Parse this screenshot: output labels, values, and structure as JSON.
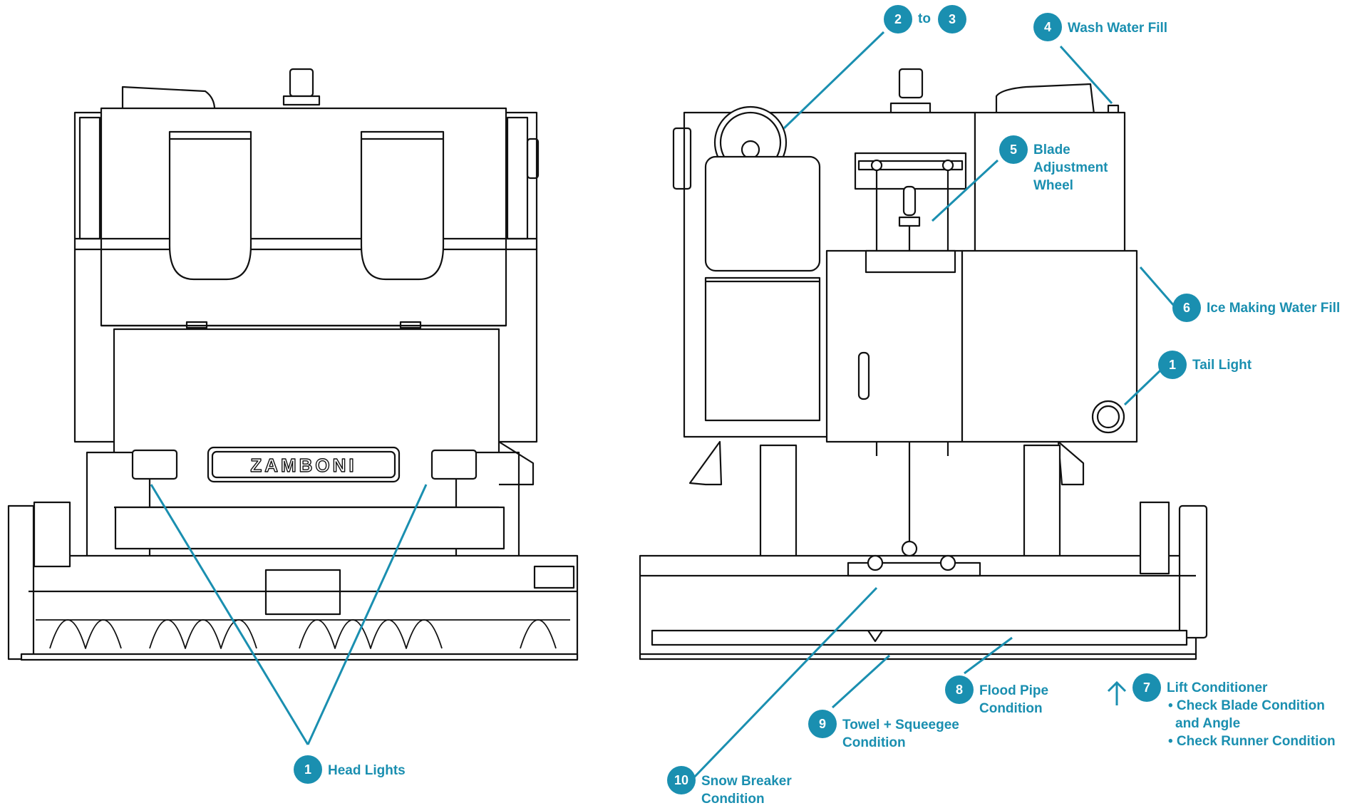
{
  "colors": {
    "accent": "#1a8fb0",
    "line": "#111111",
    "fill": "#ffffff"
  },
  "front_view": {
    "brand_plate": "ZAMBONI",
    "callout_head_lights": {
      "number": "1",
      "label": "Head Lights"
    }
  },
  "rear_view": {
    "callout_steering": {
      "number_from": "2",
      "joiner": "to",
      "number_to": "3"
    },
    "callout_wash_water": {
      "number": "4",
      "label": "Wash Water Fill"
    },
    "callout_blade_wheel": {
      "number": "5",
      "lines": [
        "Blade",
        "Adjustment",
        "Wheel"
      ]
    },
    "callout_ice_water": {
      "number": "6",
      "label": "Ice Making Water Fill"
    },
    "callout_tail_light": {
      "number": "1",
      "label": "Tail Light"
    },
    "callout_lift": {
      "number": "7",
      "title": "Lift Conditioner",
      "bullets": [
        "• Check Blade Condition",
        "and Angle",
        "• Check Runner Condition"
      ]
    },
    "callout_flood_pipe": {
      "number": "8",
      "lines": [
        "Flood Pipe",
        "Condition"
      ]
    },
    "callout_towel": {
      "number": "9",
      "lines": [
        "Towel + Squeegee",
        "Condition"
      ]
    },
    "callout_snow_breaker": {
      "number": "10",
      "lines": [
        "Snow Breaker",
        "Condition"
      ]
    }
  }
}
